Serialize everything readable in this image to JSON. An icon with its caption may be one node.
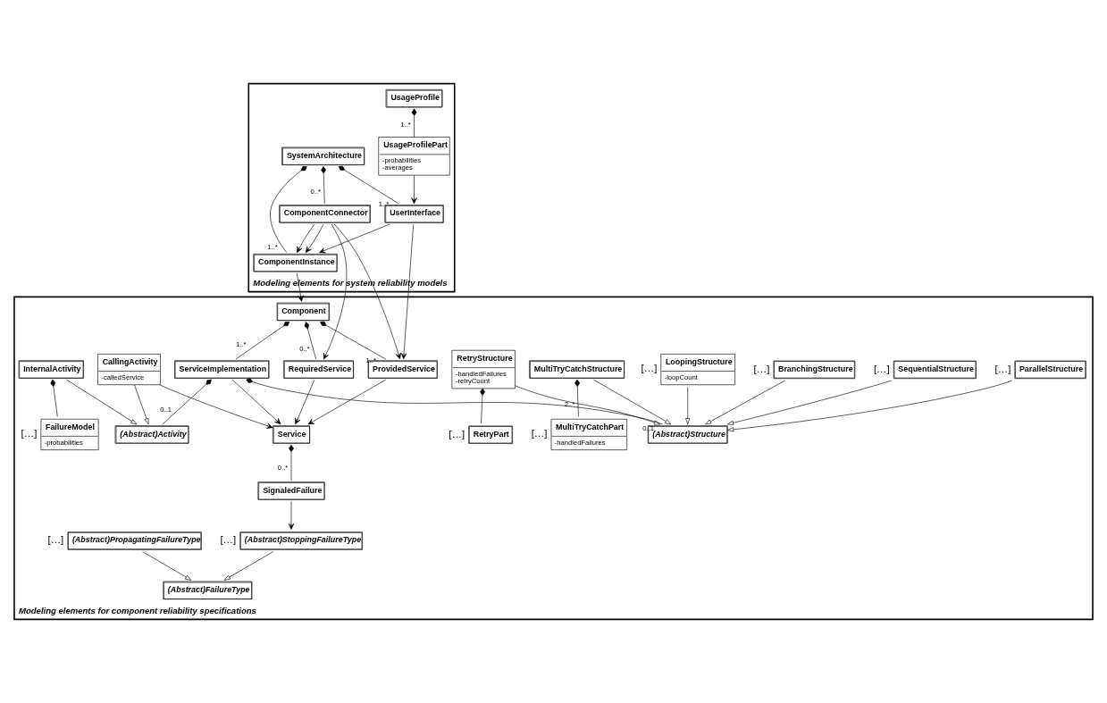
{
  "diagram": {
    "nodes": [
      {
        "text": [
          "Modeling elements for system reliability models"
        ]
      },
      {
        "text": [
          "UsageProfile"
        ],
        "in": 0
      },
      {
        "text": [
          "UsageProfilePart",
          "-probabilities",
          "-averages"
        ],
        "in": 0
      },
      {
        "text": [
          "UserInterface"
        ],
        "in": 0
      },
      {
        "text": [
          "SystemArchitecture"
        ],
        "in": 0
      },
      {
        "text": [
          "ComponentInstance"
        ],
        "in": 0
      },
      {
        "text": [
          "ComponentConnector"
        ],
        "in": 0
      },
      {
        "text": [
          "Modeling elements for component reliability specifications"
        ]
      },
      {
        "text": [
          "SequentialStructure"
        ],
        "in": 7,
        "beside": [
          "[…]"
        ]
      },
      {
        "text": [
          "BranchingStructure"
        ],
        "in": 7,
        "beside": [
          "[…]"
        ]
      },
      {
        "text": [
          "LoopingStructure",
          "-loopCount"
        ],
        "in": 7,
        "beside": [
          "[…]"
        ]
      },
      {
        "text": [
          "ParallelStructure"
        ],
        "in": 7,
        "beside": [
          "[…]"
        ]
      },
      {
        "text": [
          "(Abstract)Structure"
        ],
        "in": 7
      },
      {
        "text": [
          "Component"
        ],
        "in": 7
      },
      {
        "text": [
          "ProvidedService"
        ],
        "in": 7
      },
      {
        "text": [
          "RequiredService"
        ],
        "in": 7
      },
      {
        "text": [
          "Service"
        ],
        "in": 7
      },
      {
        "text": [
          "ServiceImplementation"
        ],
        "in": 7
      },
      {
        "text": [
          "MultiTryCatchStructure"
        ],
        "in": 7
      },
      {
        "text": [
          "RetryStructure",
          "-handledFailures",
          "-retryCount"
        ],
        "in": 7
      },
      {
        "text": [
          "(Abstract)Activity"
        ],
        "in": 7
      },
      {
        "text": [
          "CallingActivity",
          "-calledService"
        ],
        "in": 7
      },
      {
        "text": [
          "InternalActivity"
        ],
        "in": 7
      },
      {
        "text": [
          "SignaledFailure"
        ],
        "in": 7
      },
      {
        "text": [
          "MultiTryCatchPart",
          "-handledFailures"
        ],
        "in": 7,
        "beside": [
          "[…]"
        ]
      },
      {
        "text": [
          "RetryPart"
        ],
        "in": 7,
        "beside": [
          "[…]"
        ]
      },
      {
        "text": [
          "FailureModel",
          "-probabilities"
        ],
        "in": 7,
        "beside": [
          "[…]"
        ]
      },
      {
        "text": [
          "(Abstract)FailureType"
        ],
        "in": 7
      },
      {
        "text": [
          "(Abstract)PropagatingFailureType"
        ],
        "in": 7,
        "beside": [
          "[…]"
        ]
      },
      {
        "text": [
          "(Abstract)StoppingFailureType"
        ],
        "in": 7,
        "beside": [
          "[…]"
        ]
      }
    ],
    "edges": [
      {
        "from": 1,
        "to": 2,
        "arrow": "other",
        "label": "1..*"
      },
      {
        "from": 2,
        "to": 3,
        "arrow": "to"
      },
      {
        "from": 4,
        "to": 3,
        "arrow": "other",
        "label": "1..*"
      },
      {
        "from": 3,
        "to": 5,
        "arrow": "to"
      },
      {
        "from": 4,
        "to": 5,
        "arrow": "other",
        "label": "1..*"
      },
      {
        "from": 4,
        "to": 6,
        "arrow": "other",
        "label": "0..*"
      },
      {
        "from": 6,
        "to": 5,
        "arrow": "to"
      },
      {
        "from": 6,
        "to": 5,
        "arrow": "to"
      },
      {
        "from": 3,
        "to": 14,
        "arrow": "to"
      },
      {
        "from": 5,
        "to": 13,
        "arrow": "to"
      },
      {
        "from": 6,
        "to": 14,
        "arrow": "to"
      },
      {
        "from": 6,
        "to": 15,
        "arrow": "to"
      },
      {
        "from": 13,
        "to": 14,
        "arrow": "other",
        "label": "1..*"
      },
      {
        "from": 13,
        "to": 15,
        "arrow": "other",
        "label": "0..*"
      },
      {
        "from": 14,
        "to": 16,
        "arrow": "to"
      },
      {
        "from": 15,
        "to": 16,
        "arrow": "to"
      },
      {
        "from": 13,
        "to": 17,
        "arrow": "other",
        "label": "1..*"
      },
      {
        "from": 17,
        "to": 12,
        "arrow": "other",
        "label": "0..1"
      },
      {
        "from": 17,
        "to": 16,
        "arrow": "to"
      },
      {
        "from": 8,
        "to": 12,
        "arrow": "to"
      },
      {
        "from": 9,
        "to": 12,
        "arrow": "to"
      },
      {
        "from": 10,
        "to": 12,
        "arrow": "to"
      },
      {
        "from": 11,
        "to": 12,
        "arrow": "to"
      },
      {
        "from": 18,
        "to": 12,
        "arrow": "to"
      },
      {
        "from": 19,
        "to": 12,
        "arrow": "to"
      },
      {
        "from": 17,
        "to": 20,
        "arrow": "other",
        "label": "0..1"
      },
      {
        "from": 21,
        "to": 20,
        "arrow": "to"
      },
      {
        "from": 22,
        "to": 20,
        "arrow": "to"
      },
      {
        "from": 21,
        "to": 16,
        "arrow": "to"
      },
      {
        "from": 16,
        "to": 23,
        "arrow": "other",
        "label": "0..*"
      },
      {
        "from": 18,
        "to": 24,
        "arrow": "other",
        "label": "2..*"
      },
      {
        "from": 19,
        "to": 25,
        "arrow": "other"
      },
      {
        "from": 22,
        "to": 26,
        "arrow": "other"
      },
      {
        "from": 28,
        "to": 27,
        "arrow": "to"
      },
      {
        "from": 29,
        "to": 27,
        "arrow": "to"
      },
      {
        "from": 23,
        "to": 29,
        "arrow": "to"
      }
    ]
  }
}
